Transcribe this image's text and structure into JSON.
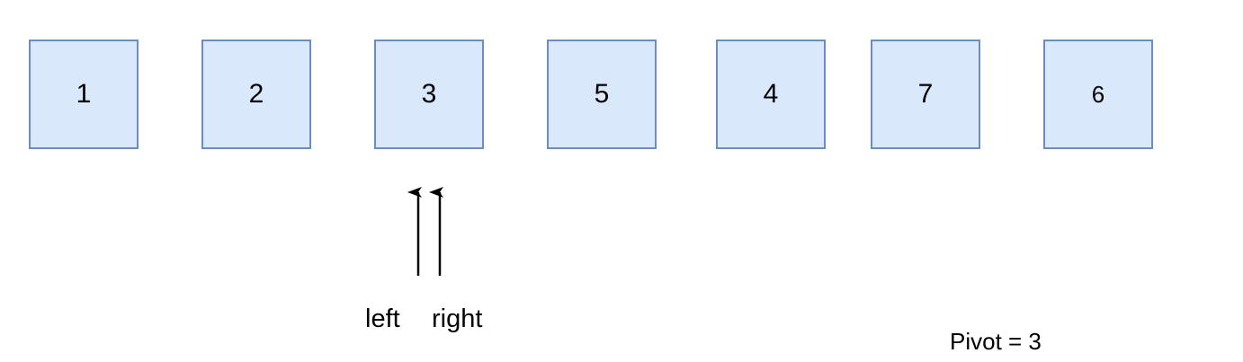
{
  "array": {
    "values": [
      "1",
      "2",
      "3",
      "5",
      "4",
      "7",
      "6"
    ],
    "box_fill": "#dae8fc",
    "box_stroke": "#6c8ebf"
  },
  "pointers": {
    "left_label": "left",
    "right_label": "right",
    "arrow_color": "#000000"
  },
  "pivot_text": "Pivot = 3"
}
